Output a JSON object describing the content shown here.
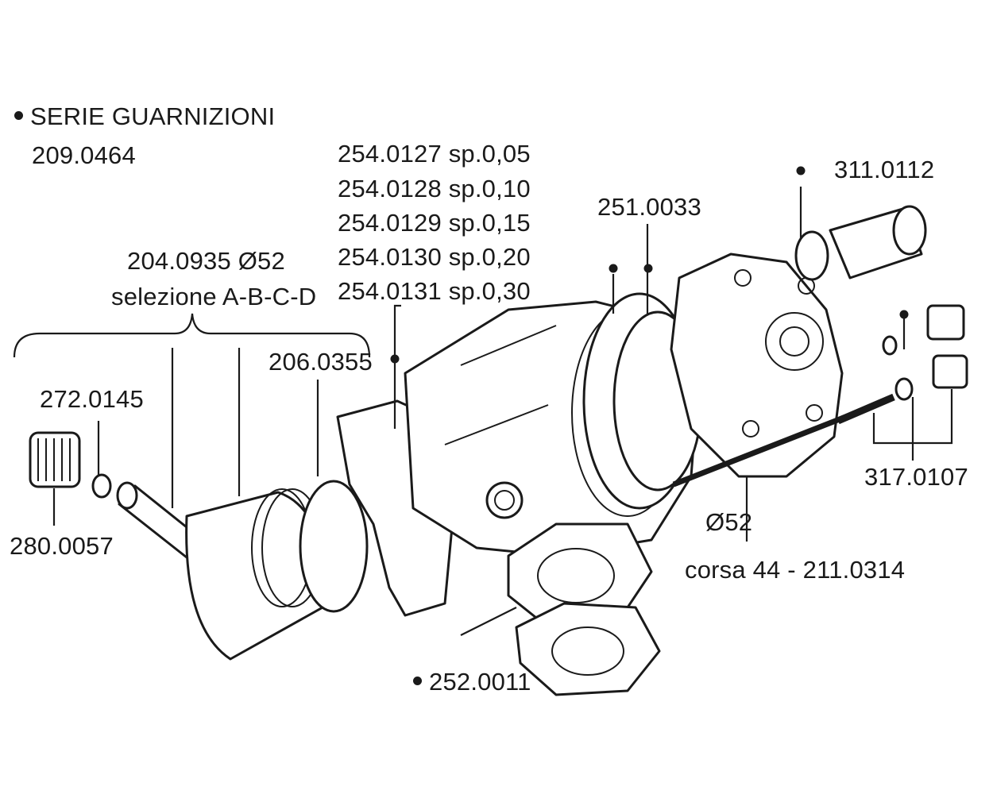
{
  "diagram": {
    "labels": {
      "gasket_set_title": "SERIE GUARNIZIONI",
      "gasket_set_code": "209.0464",
      "piston_code": "204.0935 Ø52",
      "piston_selection": "selezione A-B-C-D",
      "shim_1": "254.0127 sp.0,05",
      "shim_2": "254.0128 sp.0,10",
      "shim_3": "254.0129 sp.0,15",
      "shim_4": "254.0130 sp.0,20",
      "shim_5": "254.0131 sp.0,30",
      "head_gasket": "251.0033",
      "head_cap": "311.0112",
      "piston_ring": "206.0355",
      "clip": "272.0145",
      "needle_bearing": "280.0057",
      "studs_nuts": "317.0107",
      "bore": "Ø52",
      "stroke_head": "corsa 44 - 211.0314",
      "base_gasket": "252.0011"
    },
    "colors": {
      "ink": "#1a1a1a",
      "background": "#ffffff"
    }
  }
}
